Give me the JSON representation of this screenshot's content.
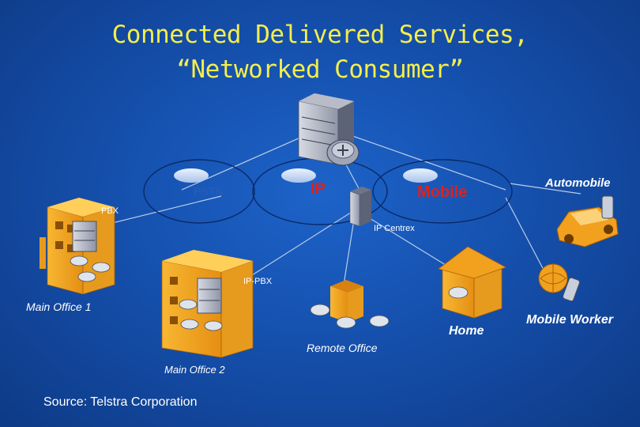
{
  "title": {
    "line1": "Connected Delivered  Services,",
    "line2": "“Networked Consumer”"
  },
  "clouds": {
    "pstn": "PSTN",
    "ip": "IP",
    "mobile": "Mobile"
  },
  "nodes": {
    "automobile": "Automobile",
    "pbx": "PBX",
    "ip_centrex": "IP Centrex",
    "ip_pbx": "IP-PBX",
    "main_office_1": "Main Office 1",
    "main_office_2": "Main Office 2",
    "remote_office": "Remote Office",
    "home": "Home",
    "mobile_worker": "Mobile Worker"
  },
  "source": "Source: Telstra Corporation",
  "colors": {
    "title": "#f4ee4a",
    "ip_text": "#e0201a",
    "mobile_text": "#e0201a",
    "pstn_text": "#2a5db8",
    "building": "#f5a623",
    "link": "#b9cde8"
  },
  "icons": [
    "server-tower-icon",
    "router-icon",
    "server-icon",
    "office-building-icon",
    "house-icon",
    "telephone-icon",
    "car-icon",
    "mobile-phone-icon",
    "globe-icon"
  ]
}
